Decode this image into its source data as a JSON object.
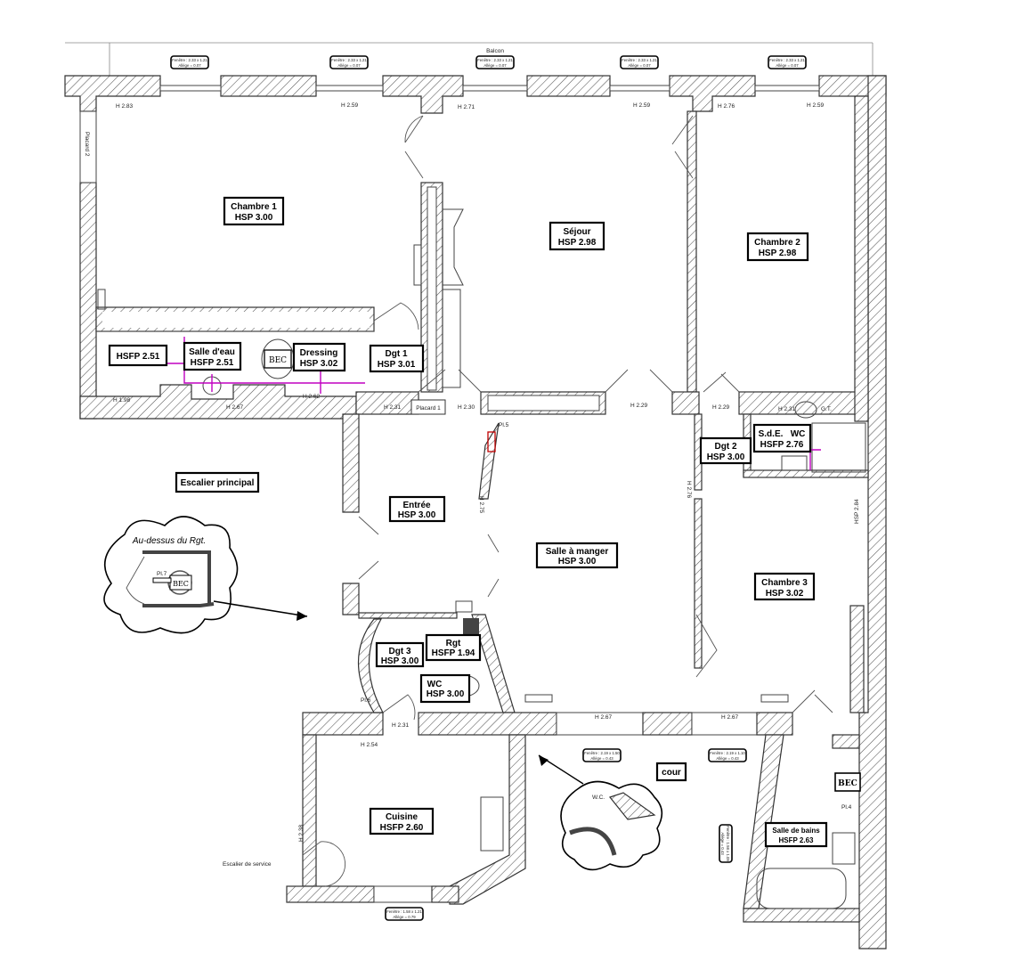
{
  "plan": {
    "balcony_label": "Balcon",
    "rooms": {
      "chambre1": {
        "name": "Chambre 1",
        "height": "HSP 3.00"
      },
      "sejour": {
        "name": "Séjour",
        "height": "HSP 2.98"
      },
      "chambre2": {
        "name": "Chambre 2",
        "height": "HSP 2.98"
      },
      "hsfp_alcove": {
        "height": "HSFP 2.51"
      },
      "salle_eau": {
        "name": "Salle d'eau",
        "height": "HSFP 2.51"
      },
      "dressing": {
        "name": "Dressing",
        "height": "HSP 3.02"
      },
      "dgt1": {
        "name": "Dgt 1",
        "height": "HSP 3.01"
      },
      "dgt2": {
        "name": "Dgt 2",
        "height": "HSP 3.00"
      },
      "sde_wc": {
        "name": "S.d.E.   WC",
        "height": "HSFP 2.76"
      },
      "escalier_principal": {
        "name": "Escalier principal"
      },
      "entree": {
        "name": "Entrée",
        "height": "HSP 3.00"
      },
      "salle_manger": {
        "name": "Salle à manger",
        "height": "HSP 3.00"
      },
      "chambre3": {
        "name": "Chambre 3",
        "height": "HSP 3.02"
      },
      "dgt3": {
        "name": "Dgt 3",
        "height": "HSP 3.00"
      },
      "rgt": {
        "name": "Rgt",
        "height": "HSFP 1.94"
      },
      "wc": {
        "name": "WC",
        "height": "HSP 3.00"
      },
      "cuisine": {
        "name": "Cuisine",
        "height": "HSFP 2.60"
      },
      "cour": {
        "name": "cour"
      },
      "salle_bains": {
        "name": "Salle de bains",
        "height": "HSFP 2.63"
      },
      "escalier_service": {
        "name": "Escalier de service"
      }
    },
    "fixtures": {
      "bec1": "BEC",
      "bec2": "BEC",
      "bec3": "BEC",
      "placard1": "Placard 1",
      "placard2": "Placard 2",
      "pl4": "Pl.4",
      "pl5": "Pl.5",
      "pl6": "Pl.6",
      "pl7": "Pl.7",
      "gt": "G.T."
    },
    "heights": [
      "H 2.83",
      "H 2.59",
      "H 2.71",
      "H 2.59",
      "H 2.76",
      "H 2.59",
      "H 1.98",
      "H 2.67",
      "H 2.62",
      "H 2.31",
      "H 2.30",
      "H 2.29",
      "H 2.29",
      "H 2.31",
      "H 2.75",
      "H 2.76",
      "HSP 2.84",
      "H 2.67",
      "H 2.67",
      "H 2.31",
      "H 2.54",
      "H 2.38"
    ],
    "windows": [
      {
        "size": "Fenêtre : 2.33 x 1.21",
        "allege": "Allège = 0.07"
      },
      {
        "size": "Fenêtre : 2.33 x 1.21",
        "allege": "Allège = 0.07"
      },
      {
        "size": "Fenêtre : 2.33 x 1.21",
        "allege": "Allège = 0.07"
      },
      {
        "size": "Fenêtre : 2.33 x 1.21",
        "allege": "Allège = 0.07"
      },
      {
        "size": "Fenêtre : 2.33 x 1.21",
        "allege": "Allège = 0.07"
      },
      {
        "size": "Fenêtre : 2.19 x 1.50",
        "allege": "Allège = 0.43"
      },
      {
        "size": "Fenêtre : 2.19 x 1.10",
        "allege": "Allège = 0.43"
      },
      {
        "size": "Fenêtre : 1.58 x 1.21",
        "allege": "Allège = 0.79"
      },
      {
        "size": "Fenêtre : 1.58 x 1.09",
        "allege": "Allège = 0.43"
      }
    ],
    "callouts": {
      "rgt_above": "Au-dessus du Rgt.",
      "wc_detail": "W.C."
    }
  }
}
